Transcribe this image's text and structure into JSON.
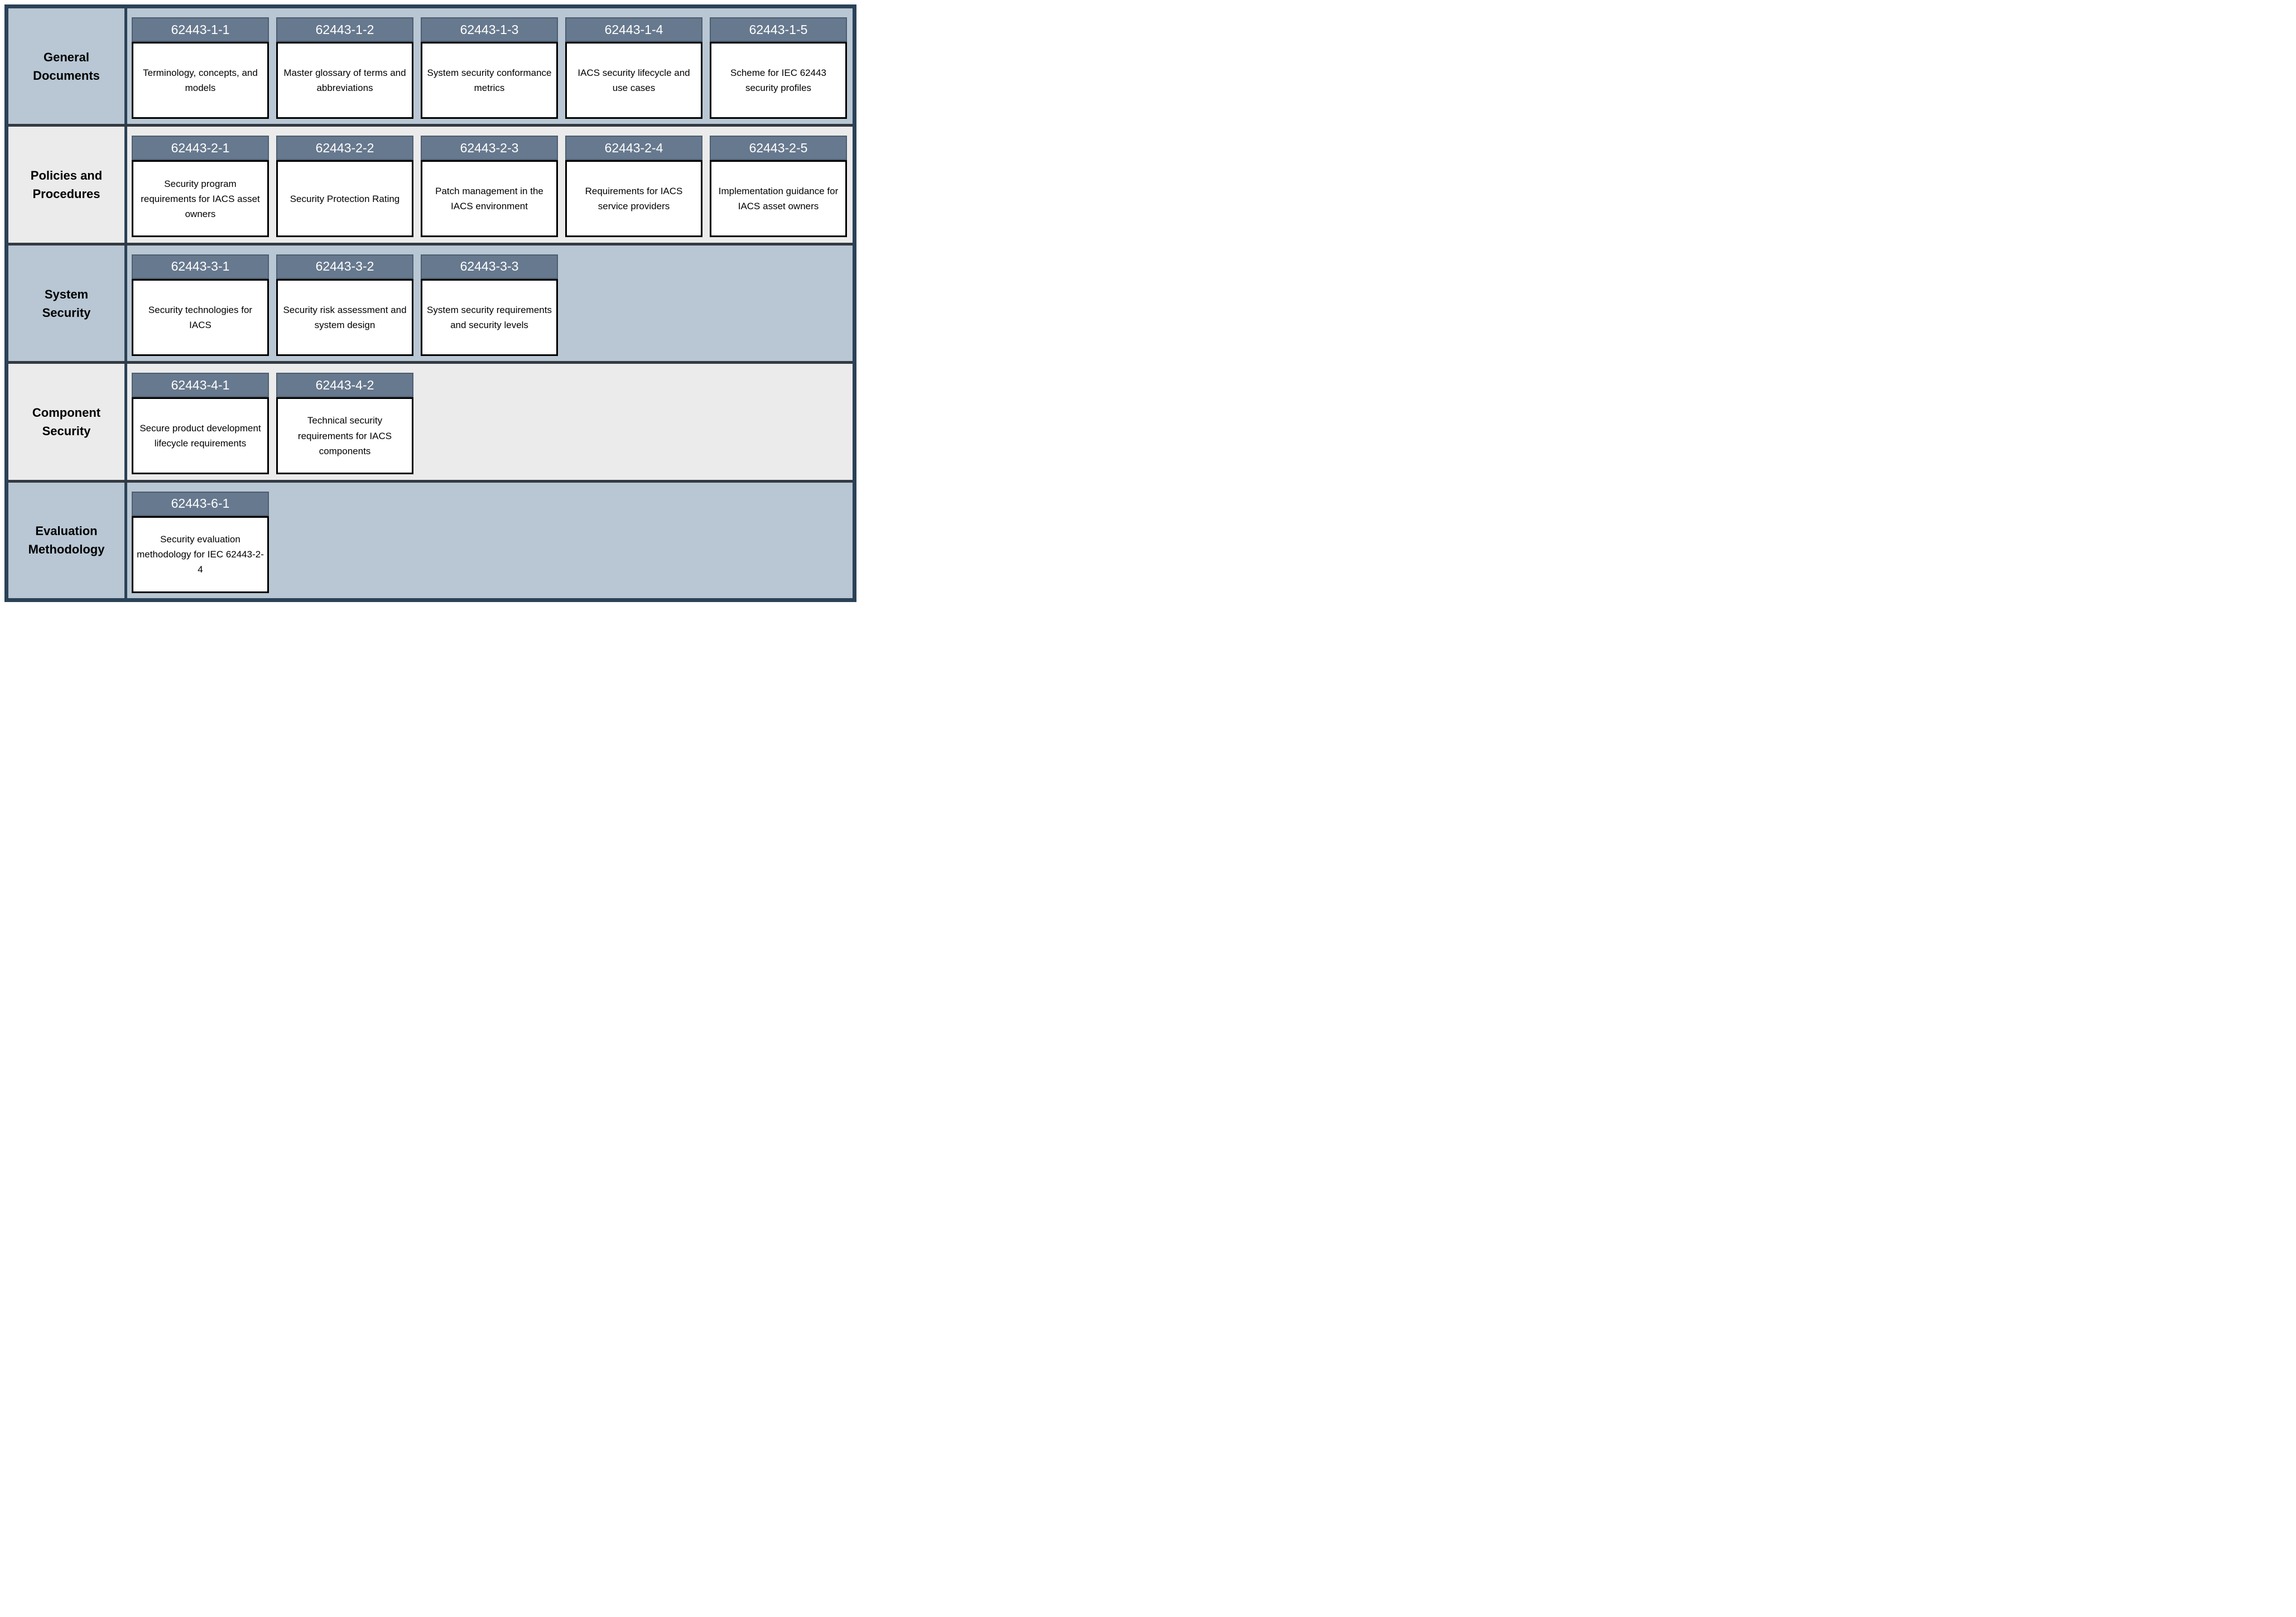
{
  "colors": {
    "frame": "#2b4257",
    "row_divider": "#333a42",
    "row_alt_blue": "#b8c7d3",
    "row_alt_gray": "#ebebeb",
    "card_header_bg": "#67798e",
    "card_header_border": "#4d5e71",
    "card_header_text": "#ffffff",
    "card_body_bg": "#ffffff",
    "card_border": "#000000",
    "text": "#000000"
  },
  "rows": [
    {
      "label": "General Documents",
      "label_lines": [
        "General",
        "Documents"
      ],
      "cards": [
        {
          "id": "62443-1-1",
          "title": "Terminology, concepts, and models"
        },
        {
          "id": "62443-1-2",
          "title": "Master glossary of terms and abbreviations"
        },
        {
          "id": "62443-1-3",
          "title": "System security conformance metrics"
        },
        {
          "id": "62443-1-4",
          "title": "IACS security lifecycle and use cases"
        },
        {
          "id": "62443-1-5",
          "title": "Scheme for IEC 62443 security profiles"
        }
      ]
    },
    {
      "label": "Policies and Procedures",
      "label_lines": [
        "Policies and",
        "Procedures"
      ],
      "cards": [
        {
          "id": "62443-2-1",
          "title": "Security program requirements for IACS asset owners"
        },
        {
          "id": "62443-2-2",
          "title": "Security Protection Rating"
        },
        {
          "id": "62443-2-3",
          "title": "Patch management in the IACS environment"
        },
        {
          "id": "62443-2-4",
          "title": "Requirements for IACS service providers"
        },
        {
          "id": "62443-2-5",
          "title": "Implementation guidance for IACS asset owners"
        }
      ]
    },
    {
      "label": "System Security",
      "label_lines": [
        "System",
        "Security"
      ],
      "cards": [
        {
          "id": "62443-3-1",
          "title": "Security technologies for IACS"
        },
        {
          "id": "62443-3-2",
          "title": "Security risk assessment and system design"
        },
        {
          "id": "62443-3-3",
          "title": "System security requirements and security levels"
        }
      ]
    },
    {
      "label": "Component Security",
      "label_lines": [
        "Component",
        "Security"
      ],
      "cards": [
        {
          "id": "62443-4-1",
          "title": "Secure product development lifecycle requirements"
        },
        {
          "id": "62443-4-2",
          "title": "Technical security requirements for IACS components"
        }
      ]
    },
    {
      "label": "Evaluation Methodology",
      "label_lines": [
        "Evaluation",
        "Methodology"
      ],
      "cards": [
        {
          "id": "62443-6-1",
          "title": "Security evaluation methodology for IEC 62443-2-4"
        }
      ]
    }
  ]
}
